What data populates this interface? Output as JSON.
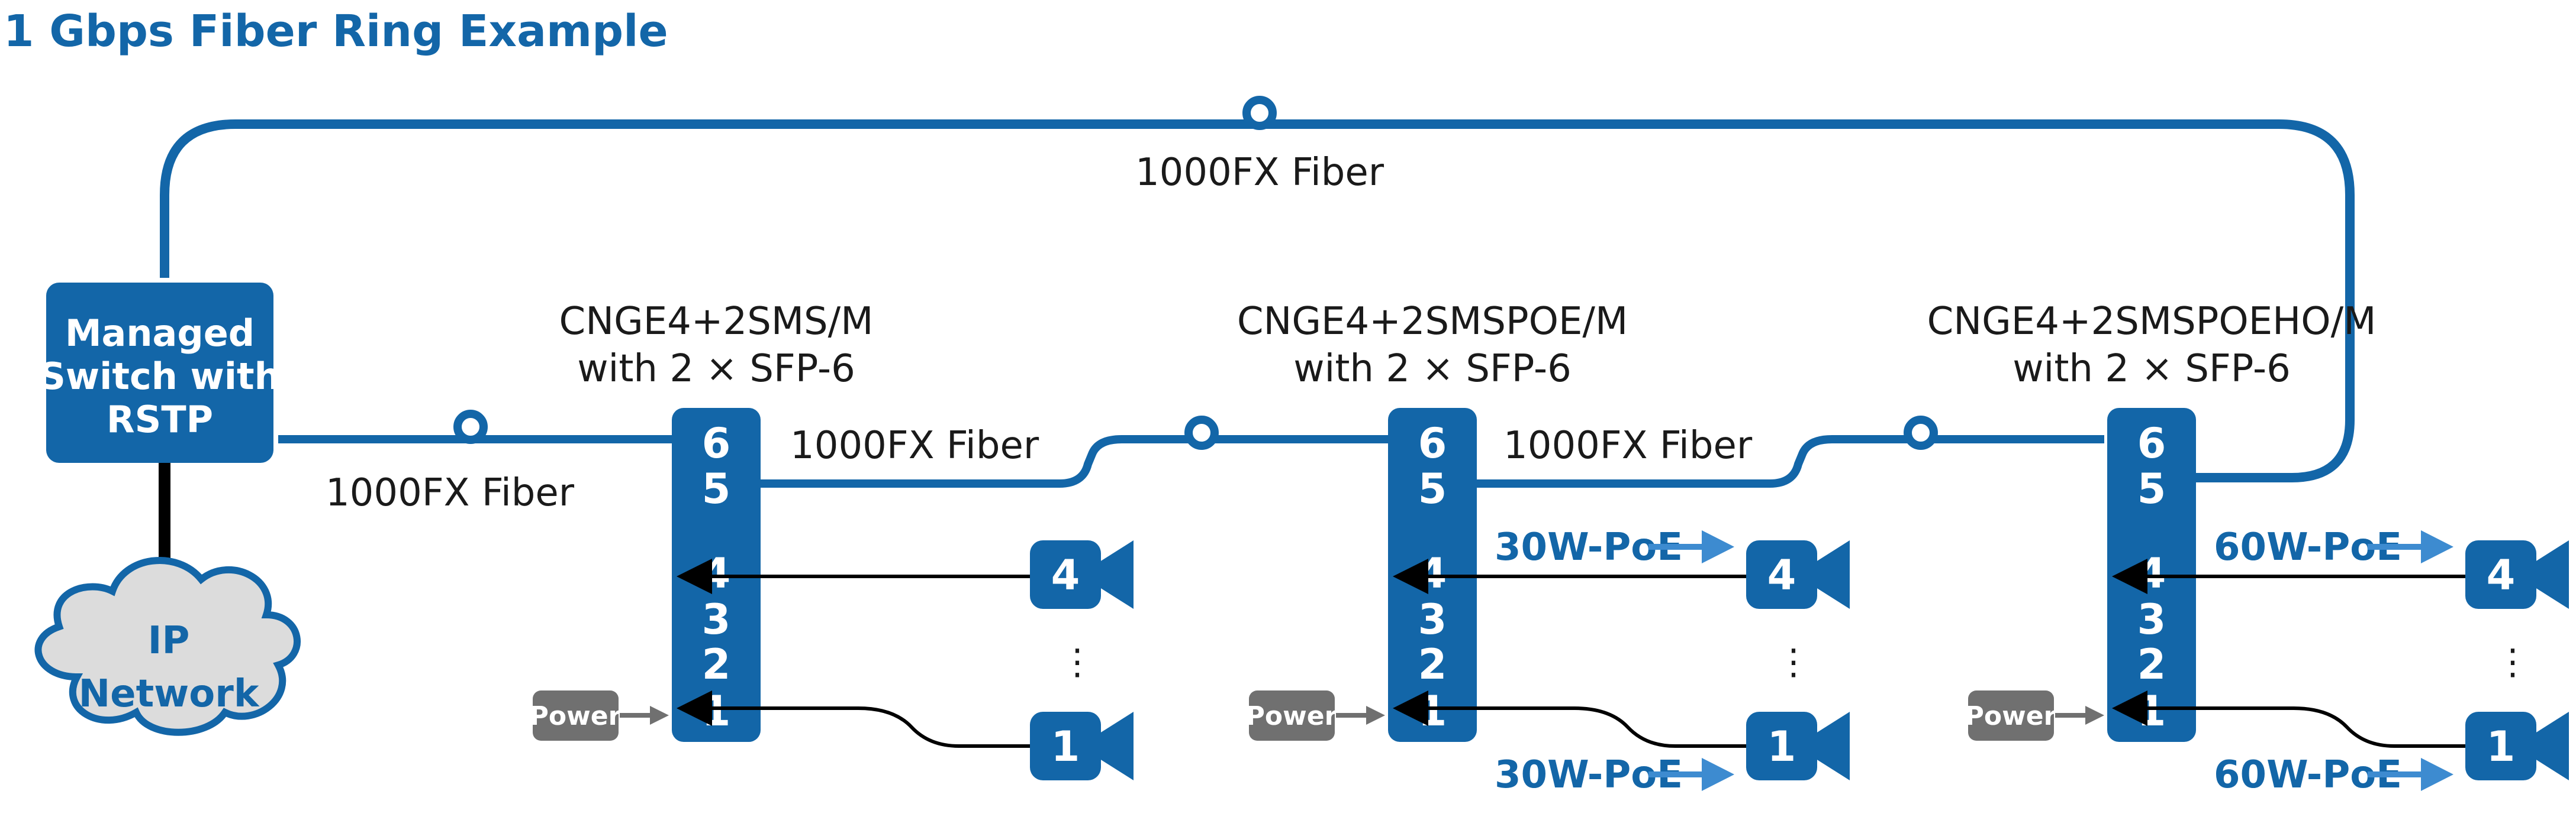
{
  "title": "1 Gbps Fiber Ring Example",
  "colors": {
    "primary_blue": "#1366a8",
    "light_blue_arrow": "#3d8bd0",
    "cloud_fill": "#dcdcdc",
    "power_gray": "#707070",
    "black": "#000000"
  },
  "fiber_labels": {
    "ring_top": "1000FX Fiber",
    "switch_link": "1000FX Fiber",
    "link_1_2": "1000FX Fiber",
    "link_2_3": "1000FX Fiber"
  },
  "managed_switch": {
    "line1": "Managed",
    "line2": "Switch with",
    "line3": "RSTP"
  },
  "ip_network": {
    "line1": "IP",
    "line2": "Network"
  },
  "units": [
    {
      "model": "CNGE4+2SMS/M",
      "sfp": "with 2 × SFP-6",
      "ports": [
        "6",
        "5",
        "4",
        "3",
        "2",
        "1"
      ],
      "power_label": "Power",
      "cameras": [
        "4",
        "1"
      ],
      "ellipsis": "⋮",
      "poe_top": "",
      "poe_bottom": ""
    },
    {
      "model": "CNGE4+2SMSPOE/M",
      "sfp": "with 2 × SFP-6",
      "ports": [
        "6",
        "5",
        "4",
        "3",
        "2",
        "1"
      ],
      "power_label": "Power",
      "cameras": [
        "4",
        "1"
      ],
      "ellipsis": "⋮",
      "poe_top": "30W-PoE",
      "poe_bottom": "30W-PoE"
    },
    {
      "model": "CNGE4+2SMSPOEHO/M",
      "sfp": "with 2 × SFP-6",
      "ports": [
        "6",
        "5",
        "4",
        "3",
        "2",
        "1"
      ],
      "power_label": "Power",
      "cameras": [
        "4",
        "1"
      ],
      "ellipsis": "⋮",
      "poe_top": "60W-PoE",
      "poe_bottom": "60W-PoE"
    }
  ]
}
